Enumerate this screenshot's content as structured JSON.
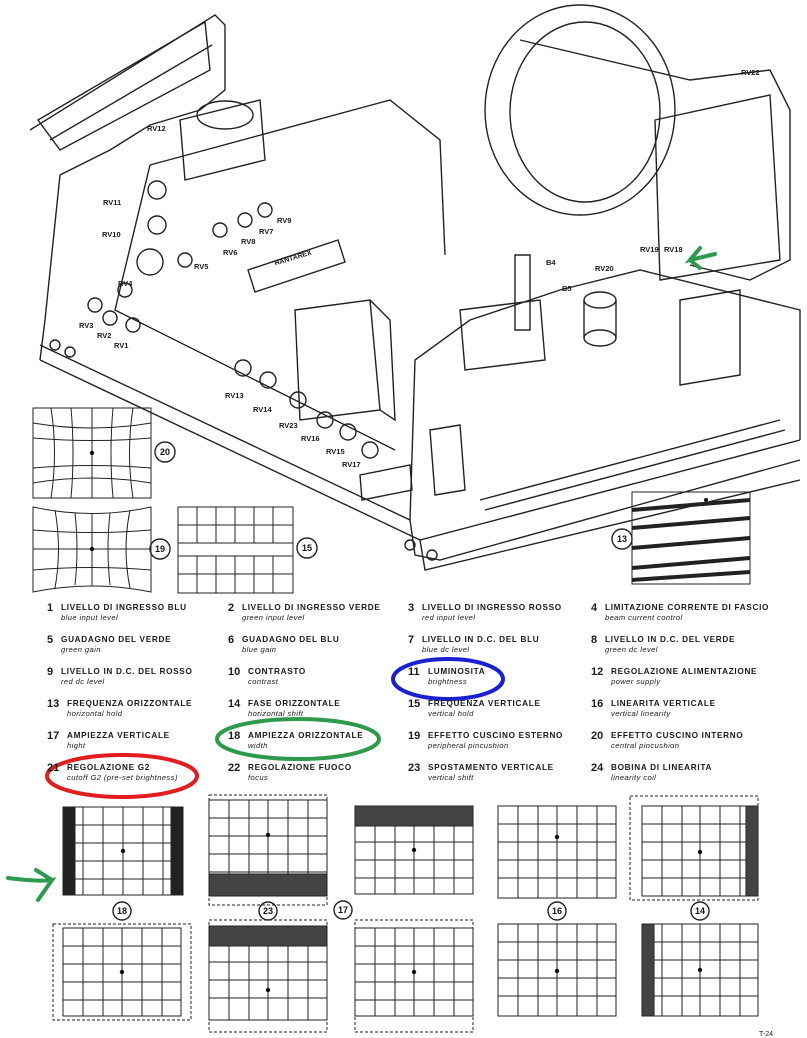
{
  "component_labels": [
    "RV12",
    "RV11",
    "RV10",
    "RV4",
    "RV3",
    "RV2",
    "RV1",
    "RV5",
    "RV6",
    "RV8",
    "RV7",
    "RV9",
    "RV13",
    "RV14",
    "RV23",
    "RV16",
    "RV15",
    "RV17",
    "RV19",
    "RV18",
    "RV20",
    "RV22",
    "B4",
    "B5",
    "HANTAREX"
  ],
  "figure_tags": [
    "20",
    "19",
    "15",
    "13",
    "18",
    "23",
    "17",
    "16",
    "14"
  ],
  "legend": [
    {
      "num": "1",
      "it": "LIVELLO DI INGRESSO BLU",
      "en": "blue input level"
    },
    {
      "num": "2",
      "it": "LIVELLO DI INGRESSO VERDE",
      "en": "green input level"
    },
    {
      "num": "3",
      "it": "LIVELLO DI INGRESSO ROSSO",
      "en": "red input level"
    },
    {
      "num": "4",
      "it": "LIMITAZIONE CORRENTE DI FASCIO",
      "en": "beam current control"
    },
    {
      "num": "5",
      "it": "GUADAGNO DEL VERDE",
      "en": "green gain"
    },
    {
      "num": "6",
      "it": "GUADAGNO DEL BLU",
      "en": "blue gain"
    },
    {
      "num": "7",
      "it": "LIVELLO IN D.C. DEL BLU",
      "en": "blue dc level"
    },
    {
      "num": "8",
      "it": "LIVELLO IN D.C. DEL VERDE",
      "en": "green dc level"
    },
    {
      "num": "9",
      "it": "LIVELLO IN D.C. DEL ROSSO",
      "en": "red dc level"
    },
    {
      "num": "10",
      "it": "CONTRASTO",
      "en": "contrast"
    },
    {
      "num": "11",
      "it": "LUMINOSITA",
      "en": "brightness"
    },
    {
      "num": "12",
      "it": "REGOLAZIONE ALIMENTAZIONE",
      "en": "power supply"
    },
    {
      "num": "13",
      "it": "FREQUENZA ORIZZONTALE",
      "en": "horizontal hold"
    },
    {
      "num": "14",
      "it": "FASE ORIZZONTALE",
      "en": "horizontal shift"
    },
    {
      "num": "15",
      "it": "FREQUENZA VERTICALE",
      "en": "vertical hold"
    },
    {
      "num": "16",
      "it": "LINEARITA VERTICALE",
      "en": "vertical linearity"
    },
    {
      "num": "17",
      "it": "AMPIEZZA VERTICALE",
      "en": "hight"
    },
    {
      "num": "18",
      "it": "AMPIEZZA ORIZZONTALE",
      "en": "width"
    },
    {
      "num": "19",
      "it": "EFFETTO CUSCINO ESTERNO",
      "en": "peripheral pincushion"
    },
    {
      "num": "20",
      "it": "EFFETTO CUSCINO INTERNO",
      "en": "central pincushion"
    },
    {
      "num": "21",
      "it": "REGOLAZIONE G2",
      "en": "cutoff G2 (pre-set brightness)"
    },
    {
      "num": "22",
      "it": "REGOLAZIONE FUOCO",
      "en": "focus"
    },
    {
      "num": "23",
      "it": "SPOSTAMENTO VERTICALE",
      "en": "vertical shift"
    },
    {
      "num": "24",
      "it": "BOBINA DI LINEARITA",
      "en": "linearity coil"
    }
  ],
  "annotation_colors": {
    "blue": "#1a1fd1",
    "green": "#2f9a4e",
    "red": "#e11d1d"
  },
  "footer": "T-24"
}
